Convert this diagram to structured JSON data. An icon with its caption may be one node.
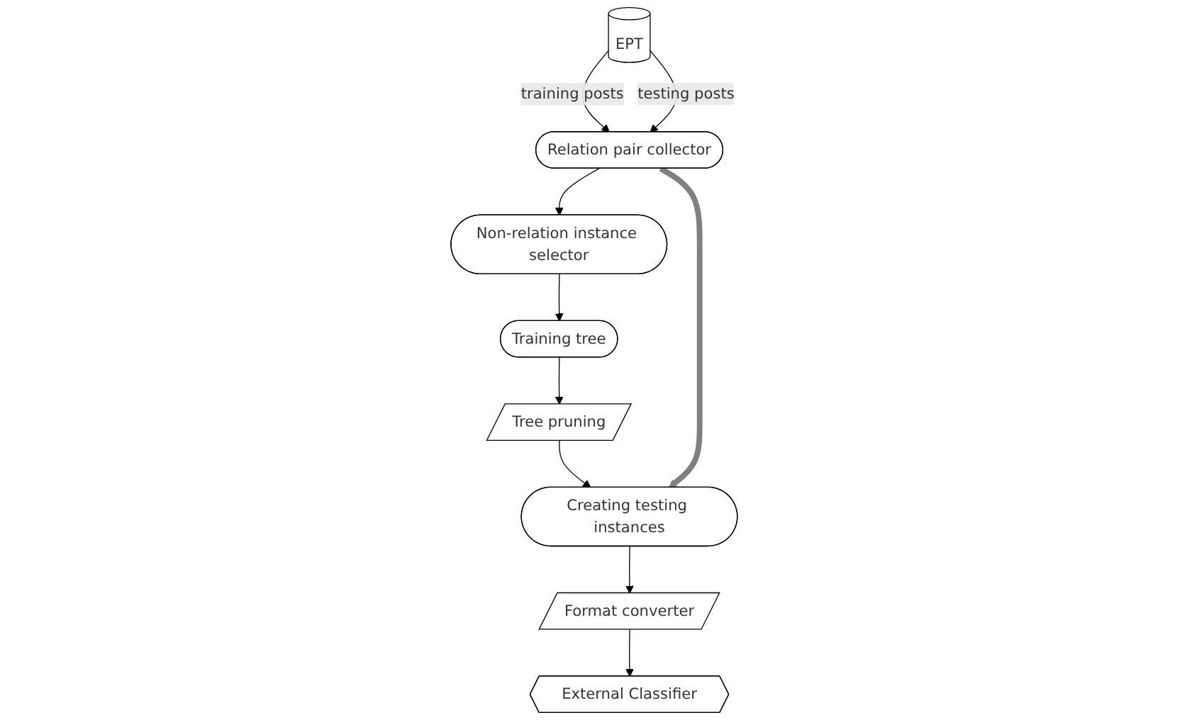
{
  "diagram": {
    "nodes": [
      {
        "text": [
          "EPT"
        ]
      },
      {
        "text": [
          "Relation pair collector"
        ]
      },
      {
        "text": [
          "Non-relation instance selector"
        ]
      },
      {
        "text": [
          "Training tree"
        ]
      },
      {
        "text": [
          "Tree pruning"
        ]
      },
      {
        "text": [
          "Creating testing instances"
        ]
      },
      {
        "text": [
          "Format converter"
        ]
      },
      {
        "text": [
          "External Classifier"
        ]
      }
    ],
    "edges": [
      {
        "from": 0,
        "to": 1,
        "arrow": "to",
        "label": "training posts"
      },
      {
        "from": 0,
        "to": 1,
        "arrow": "to",
        "label": "testing posts"
      },
      {
        "from": 1,
        "to": 2,
        "arrow": "to"
      },
      {
        "from": 2,
        "to": 3,
        "arrow": "to"
      },
      {
        "from": 3,
        "to": 4,
        "arrow": "to"
      },
      {
        "from": 4,
        "to": 5,
        "arrow": "to"
      },
      {
        "from": 1,
        "to": 5,
        "arrow": "to",
        "style": "thick",
        "color": "#808080"
      },
      {
        "from": 5,
        "to": 6,
        "arrow": "to"
      },
      {
        "from": 6,
        "to": 7,
        "arrow": "to"
      }
    ]
  }
}
